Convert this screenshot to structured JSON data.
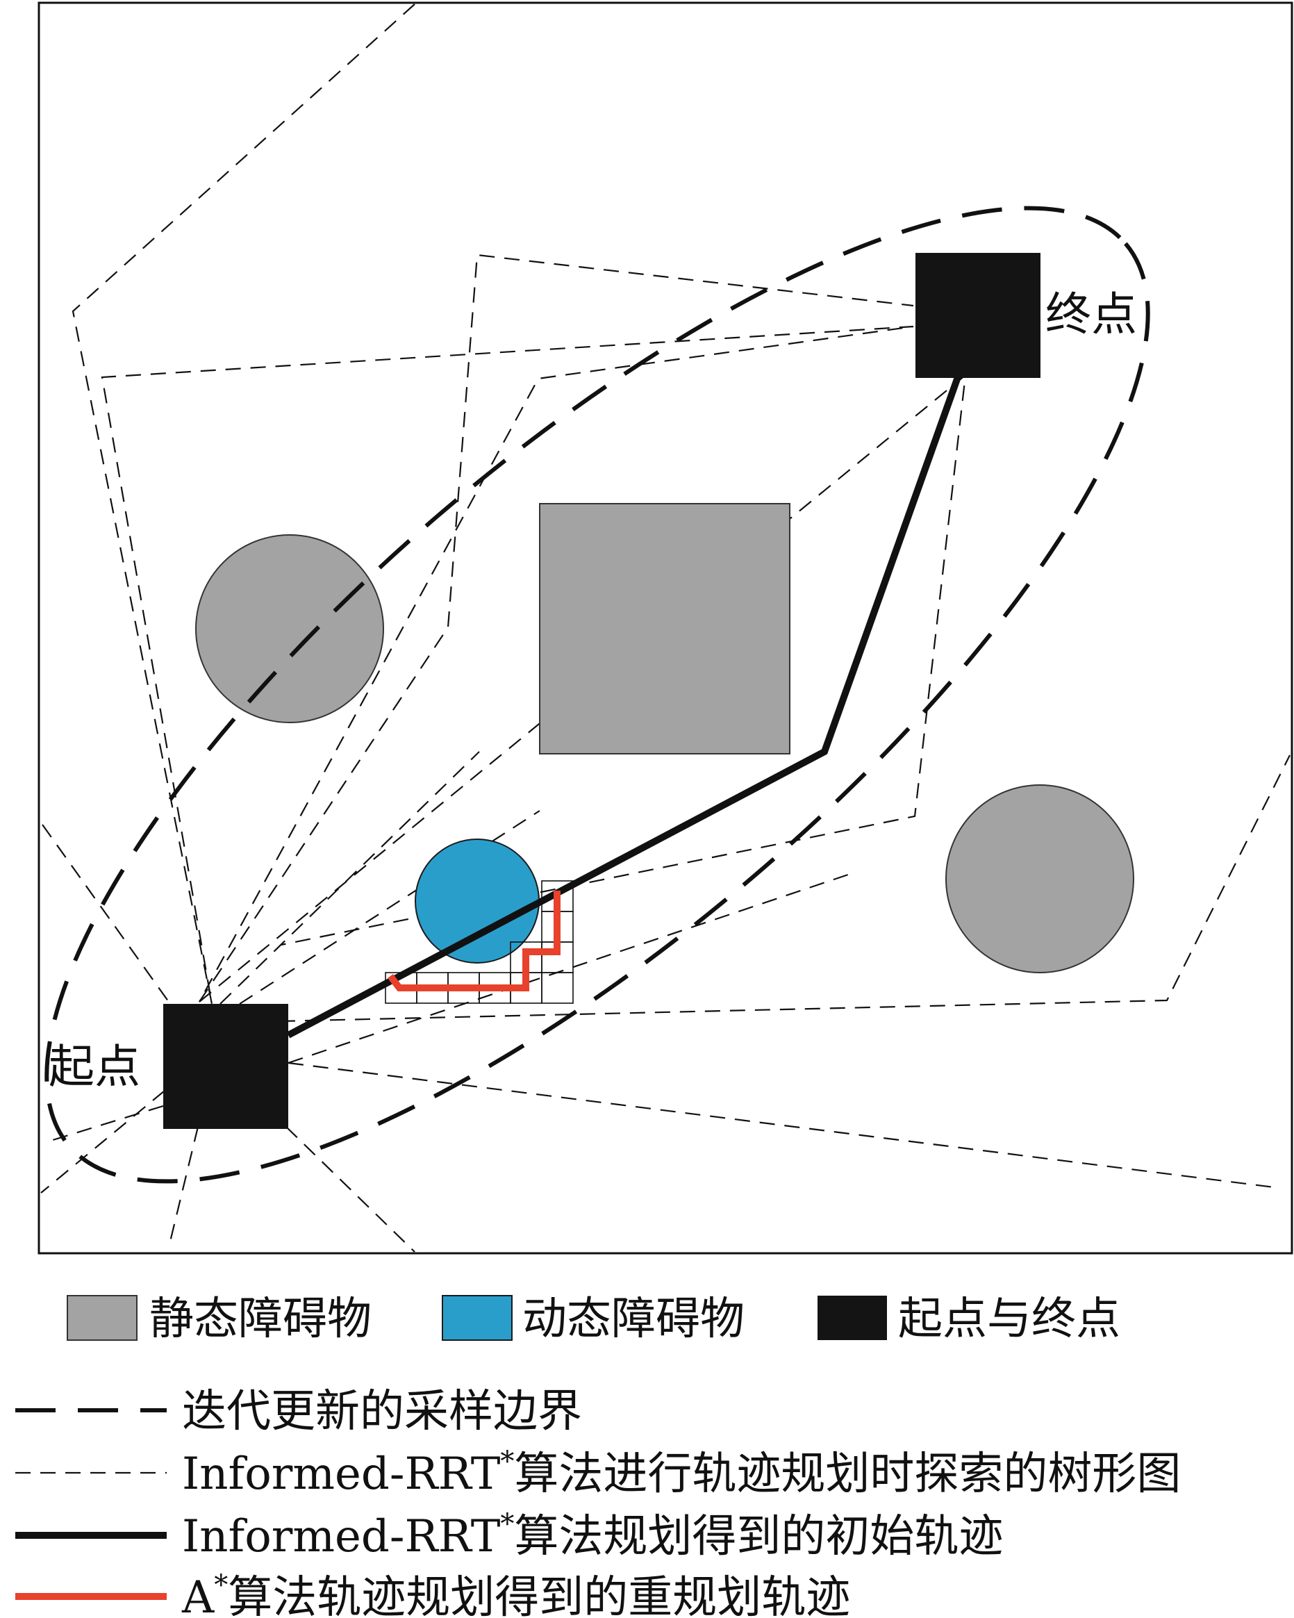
{
  "labels": {
    "start": "起点",
    "goal": "终点"
  },
  "legend": {
    "static_obstacle": "静态障碍物",
    "dynamic_obstacle": "动态障碍物",
    "start_goal": "起点与终点",
    "sampling_boundary": "迭代更新的采样边界",
    "tree_prefix": "Informed-RRT",
    "tree_suffix": "算法进行轨迹规划时探索的树形图",
    "initial_prefix": "Informed-RRT",
    "initial_suffix": "算法规划得到的初始轨迹",
    "replan_prefix": "A",
    "replan_suffix": "算法轨迹规划得到的重规划轨迹",
    "star": "*"
  },
  "colors": {
    "static_obstacle": "#a3a3a3",
    "dynamic_obstacle": "#2a9ecb",
    "start_goal": "#141414",
    "replanned_path": "#e8412c",
    "line": "#111111"
  }
}
